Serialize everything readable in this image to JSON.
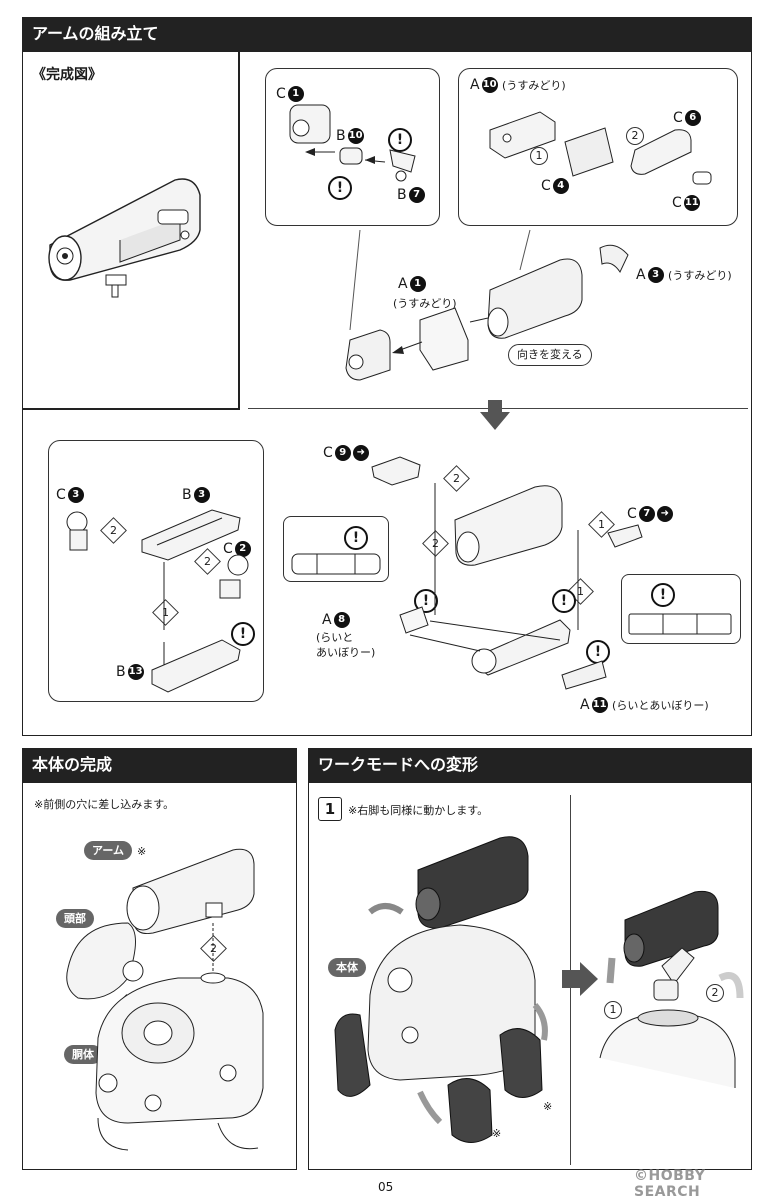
{
  "arm_section": {
    "title": "アームの組み立て",
    "completed_label": "《完成図》",
    "upper_right": {
      "c1": "C",
      "c1_num": "1",
      "b10": "B",
      "b10_num": "10",
      "b7": "B",
      "b7_num": "7",
      "a10": "A",
      "a10_num": "10",
      "a10_note": "(うすみどり)",
      "c6": "C",
      "c6_num": "6",
      "c4": "C",
      "c4_num": "4",
      "c11": "C",
      "c11_num": "11",
      "a1": "A",
      "a1_num": "1",
      "a1_note": "(うすみどり)",
      "a3": "A",
      "a3_num": "3",
      "a3_note": "(うすみどり)",
      "rotate_note": "向きを変える"
    },
    "lower": {
      "c3": "C",
      "c3_num": "3",
      "b3": "B",
      "b3_num": "3",
      "c2": "C",
      "c2_num": "2",
      "b13": "B",
      "b13_num": "13",
      "c9": "C",
      "c9_num": "9",
      "c7": "C",
      "c7_num": "7",
      "a8": "A",
      "a8_num": "8",
      "a8_note": "(らいと\nあいぼりー)",
      "a11": "A",
      "a11_num": "11",
      "a11_note": "(らいとあいぼりー)"
    },
    "steps": [
      "1",
      "2"
    ],
    "warning": "!"
  },
  "body_section": {
    "title": "本体の完成",
    "note": "※前側の穴に差し込みます。",
    "arm_tag": "アーム",
    "arm_mark": "※",
    "head_tag": "頭部",
    "torso_tag": "胴体"
  },
  "work_section": {
    "title": "ワークモードへの変形",
    "step_number": "1",
    "note": "※右脚も同様に動かします。",
    "body_tag": "本体",
    "mark": "※"
  },
  "footer": {
    "page_number": "05",
    "watermark": "©HOBBY SEARCH"
  }
}
